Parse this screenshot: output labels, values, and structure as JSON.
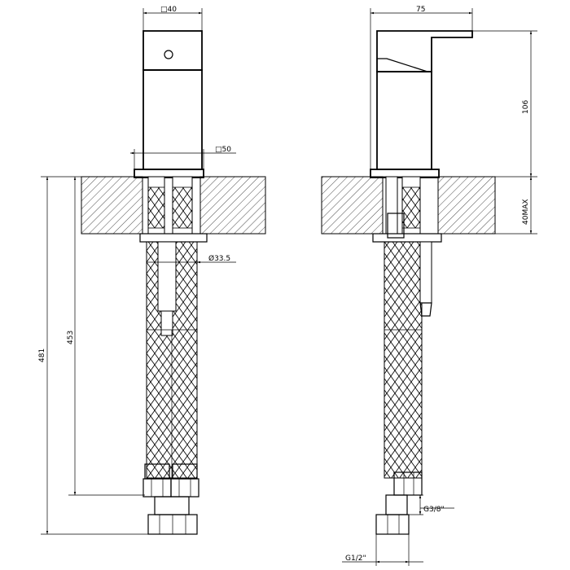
{
  "drawing": {
    "front_view": {
      "dim_body_width": "□40",
      "dim_base_width": "□50",
      "dim_hole_diameter": "Ø33.5",
      "dim_total_height": "481",
      "dim_hose_height": "453"
    },
    "side_view": {
      "dim_depth": "75",
      "dim_body_height": "106",
      "dim_counter_thickness": "40MAX",
      "dim_thread_small": "G3/8\"",
      "dim_thread_large": "G1/2\""
    }
  }
}
